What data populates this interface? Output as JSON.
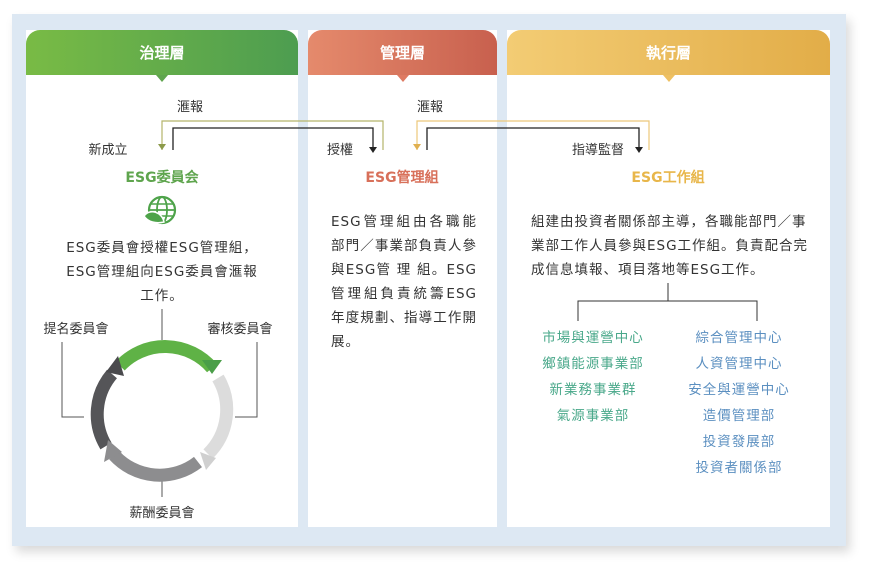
{
  "columns": [
    {
      "header": "治理層",
      "color": "#5aa848",
      "title": "ESG委員会",
      "text_lines": [
        "ESG委員會授權ESG管理組，",
        "ESG管理組向ESG委員會滙報",
        "工作。"
      ]
    },
    {
      "header": "管理層",
      "color": "#d8705a",
      "title": "ESG管理組",
      "text": "ESG管理組由各職能部門／事業部負責人參 與ESG管 理 組。ESG管理組負責統籌ESG年度規劃、指導工作開展。"
    },
    {
      "header": "執行層",
      "color": "#e8b64a",
      "title": "ESG工作組",
      "text": "組建由投資者關係部主導，各職能部門／事業部工作人員參與ESG工作組。負責配合完成信息填報、項目落地等ESG工作。"
    }
  ],
  "connectors": {
    "report1": "滙報",
    "report2": "滙報",
    "new": "新成立",
    "authorize": "授權",
    "guide": "指導監督"
  },
  "committees": {
    "nomination": "提名委員會",
    "audit": "審核委員會",
    "remuneration": "薪酬委員會"
  },
  "departments_left": [
    "市場與運營中心",
    "鄉鎮能源事業部",
    "新業務事業群",
    "氣源事業部"
  ],
  "departments_right": [
    "綜合管理中心",
    "人資管理中心",
    "安全與運營中心",
    "造價管理部",
    "投資發展部",
    "投資者關係部"
  ],
  "icons": [
    "globe-leaf-icon"
  ]
}
